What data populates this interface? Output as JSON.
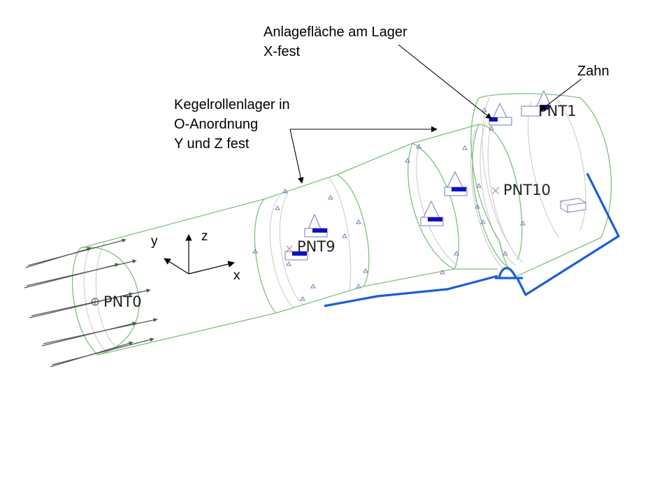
{
  "annotations": {
    "bearing_face": [
      "Anlagefläche am Lager",
      "X-fest"
    ],
    "tooth": "Zahn",
    "tapered_bearing": [
      "Kegelrollenlager in",
      "O-Anordnung",
      "Y und Z fest"
    ]
  },
  "points": {
    "pnt0": "PNT0",
    "pnt1": "PNT1",
    "pnt9": "PNT9",
    "pnt10": "PNT10"
  },
  "axes": {
    "y": "y",
    "z": "z",
    "x": "x"
  },
  "colors": {
    "outline": "#7fbf7f",
    "inner": "#bdbdbd",
    "constraint": "#1a5fd6",
    "marker": "#7a7ab8",
    "marker_fill": "#1010c0",
    "text": "#000000"
  }
}
